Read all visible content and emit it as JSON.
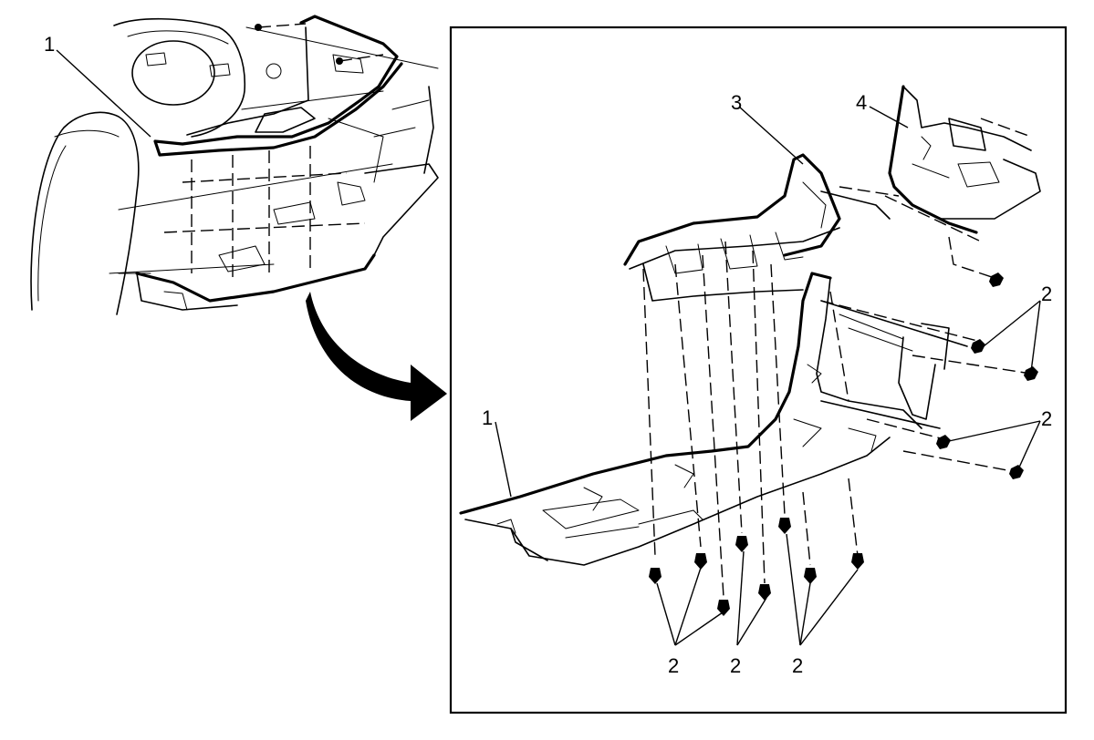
{
  "overview": {
    "callout_1": "1"
  },
  "detail": {
    "callout_1": "1",
    "callout_2_right_upper": "2",
    "callout_2_right_lower": "2",
    "callout_2_bottom_left": "2",
    "callout_2_bottom_mid": "2",
    "callout_2_bottom_right": "2",
    "callout_3": "3",
    "callout_4": "4"
  }
}
